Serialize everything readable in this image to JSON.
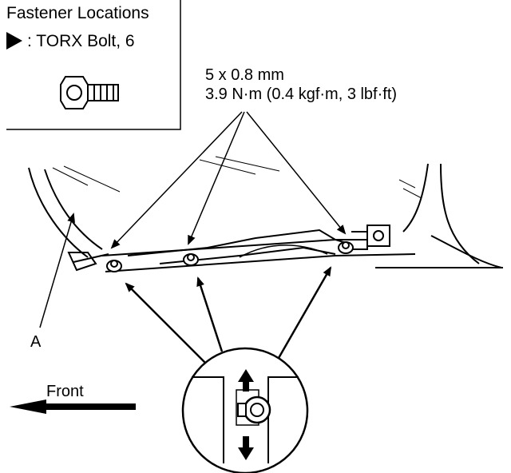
{
  "legend": {
    "title": "Fastener Locations",
    "bolt_type": ": TORX Bolt, 6"
  },
  "callout": {
    "size": "5 x 0.8 mm",
    "torque": "3.9 N·m (0.4 kgf·m, 3 lbf·ft)"
  },
  "labels": {
    "part": "A",
    "direction": "Front"
  }
}
